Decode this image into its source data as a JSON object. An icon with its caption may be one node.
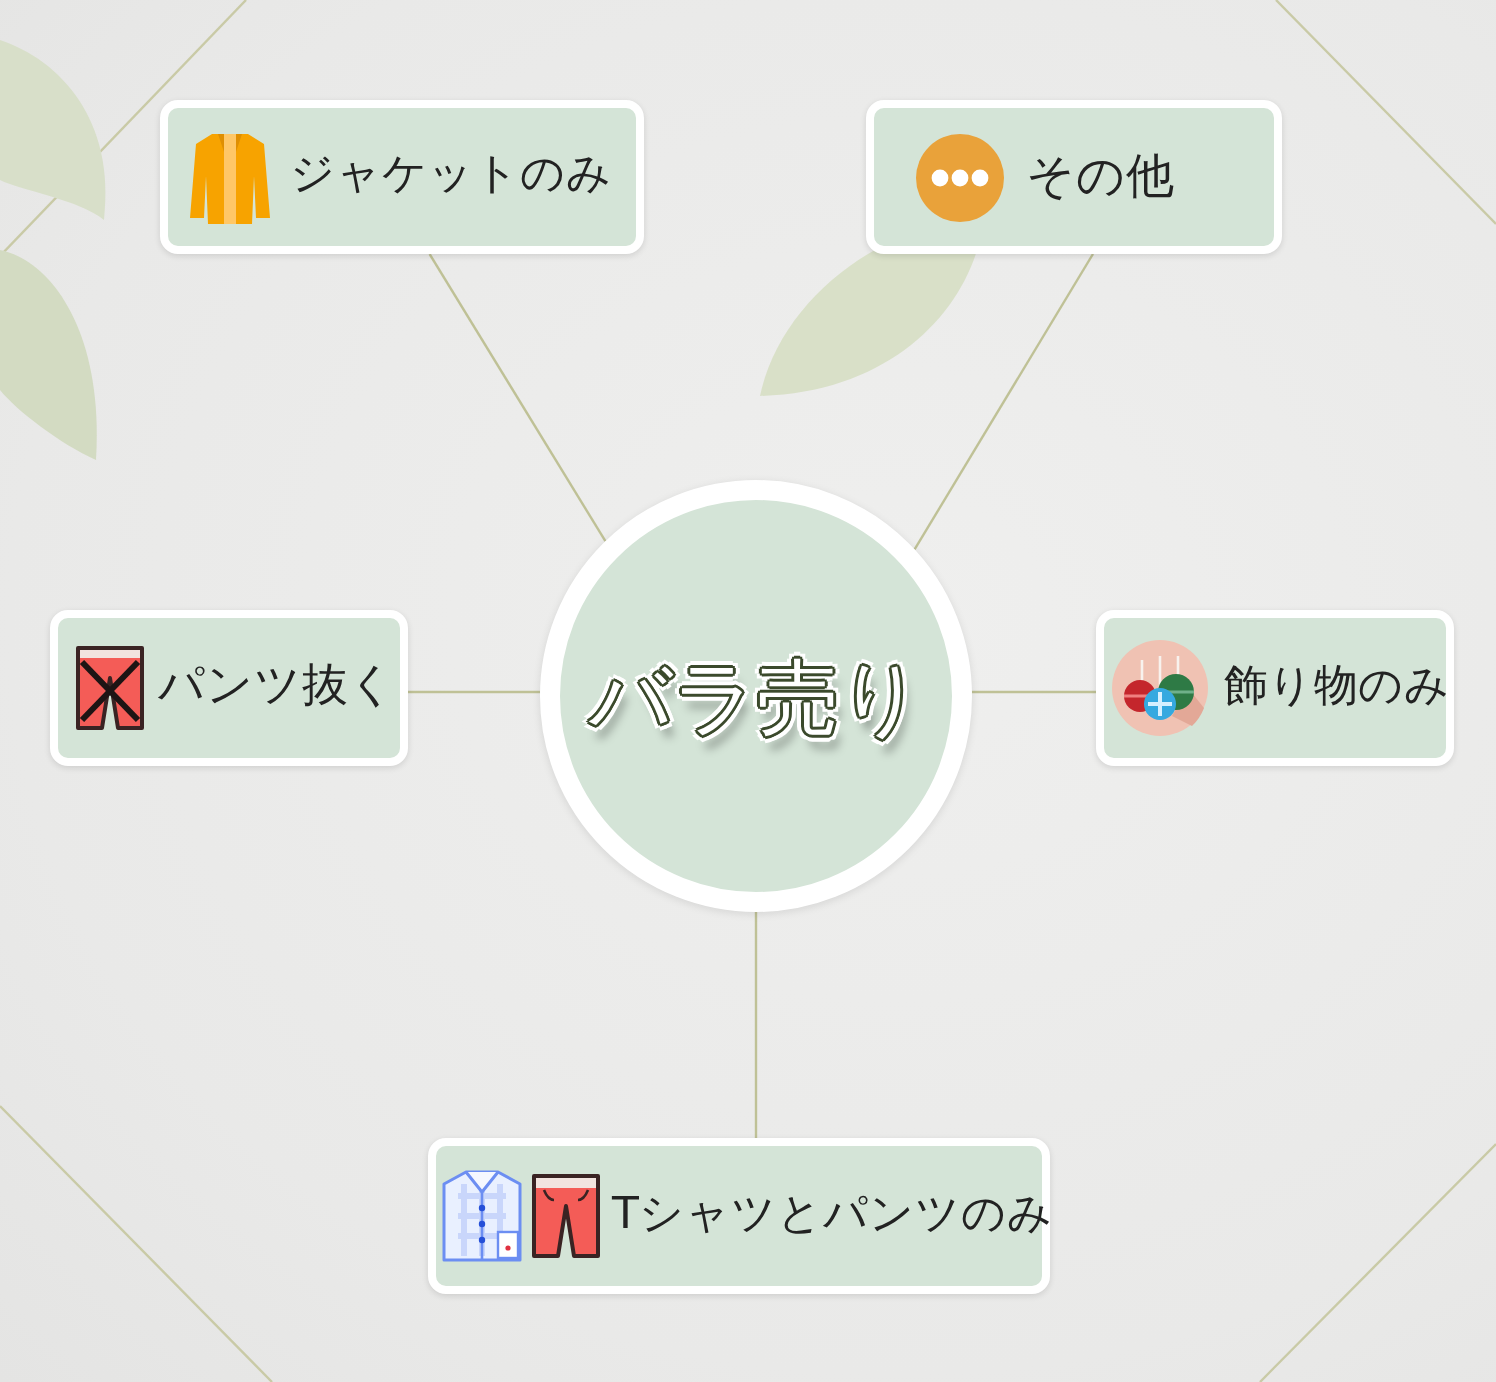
{
  "diagram": {
    "nodes": [
      {
        "text": [
          "ジャケットのみ"
        ]
      },
      {
        "text": [
          "その他"
        ]
      },
      {
        "text": [
          "パンツ抜く"
        ]
      },
      {
        "text": [
          "バラ売り"
        ]
      },
      {
        "text": [
          "飾り物のみ"
        ]
      },
      {
        "text": [
          "Tシャツとパンツのみ"
        ]
      }
    ],
    "edges": [
      {
        "from": 3,
        "to": 0,
        "arrow": "none"
      },
      {
        "from": 3,
        "to": 1,
        "arrow": "none"
      },
      {
        "from": 3,
        "to": 2,
        "arrow": "none"
      },
      {
        "from": 3,
        "to": 4,
        "arrow": "none"
      },
      {
        "from": 3,
        "to": 5,
        "arrow": "none"
      }
    ]
  }
}
